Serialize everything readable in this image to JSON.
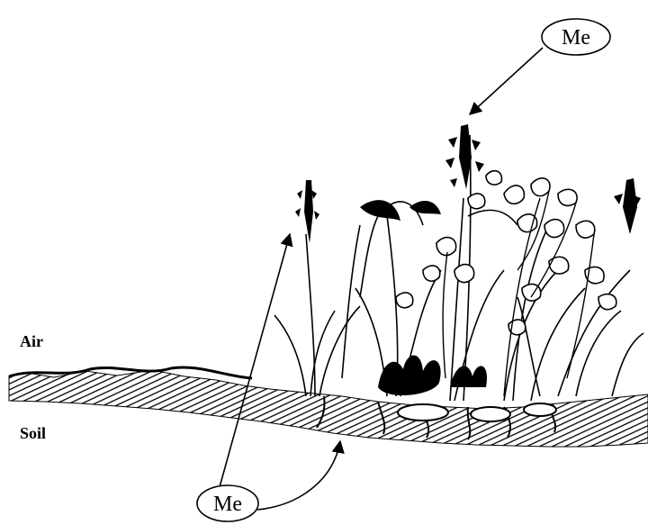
{
  "labels": {
    "air": "Air",
    "soil": "Soil",
    "callout_top": "Me",
    "callout_bottom": "Me"
  },
  "colors": {
    "ink": "#000000",
    "paper": "#ffffff"
  }
}
